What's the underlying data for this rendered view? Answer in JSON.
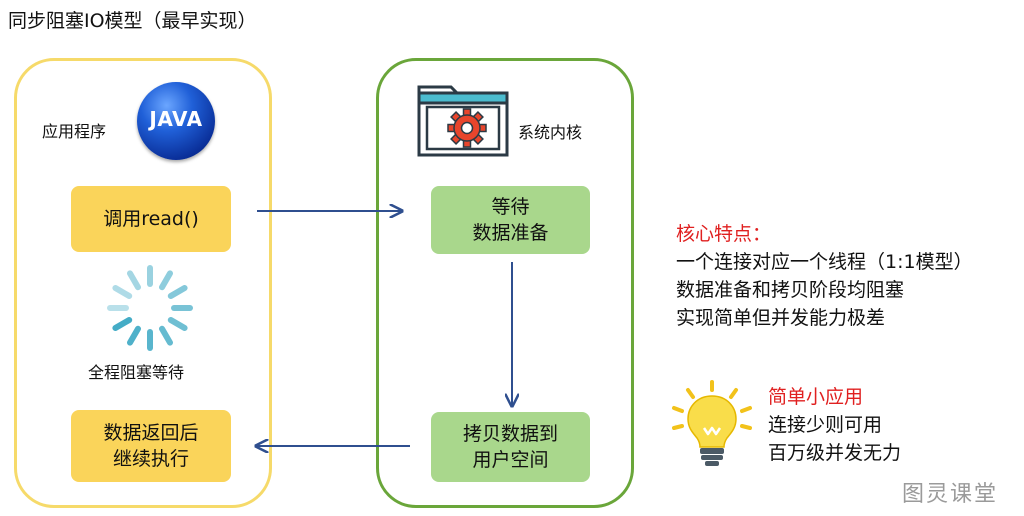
{
  "title": "同步阻塞IO模型（最早实现）",
  "app_panel": {
    "label": "应用程序",
    "logo_text": "JAVA",
    "call_box": "调用read()",
    "wait_label": "全程阻塞等待",
    "resume_box": "数据返回后\n继续执行"
  },
  "kernel_panel": {
    "label": "系统内核",
    "prepare_box": "等待\n数据准备",
    "copy_box": "拷贝数据到\n用户空间"
  },
  "traits": {
    "heading": "核心特点：",
    "lines": [
      "一个连接对应一个线程（1:1模型）",
      "数据准备和拷贝阶段均阻塞",
      "实现简单但并发能力极差"
    ]
  },
  "usecase": {
    "heading": "简单小应用",
    "lines": [
      "连接少则可用",
      "百万级并发无力"
    ]
  },
  "watermark": "图灵课堂",
  "colors": {
    "app_border": "#f6da6a",
    "kernel_border": "#6aa63a",
    "yellow_box": "#fad45a",
    "green_box": "#a9d78c",
    "arrow": "#2f4f8f",
    "heading_red": "#e02020",
    "spinner": "#3aa8c4"
  },
  "icons": [
    "java-logo",
    "kernel-window-gear-icon",
    "loading-spinner-icon",
    "lightbulb-icon"
  ]
}
